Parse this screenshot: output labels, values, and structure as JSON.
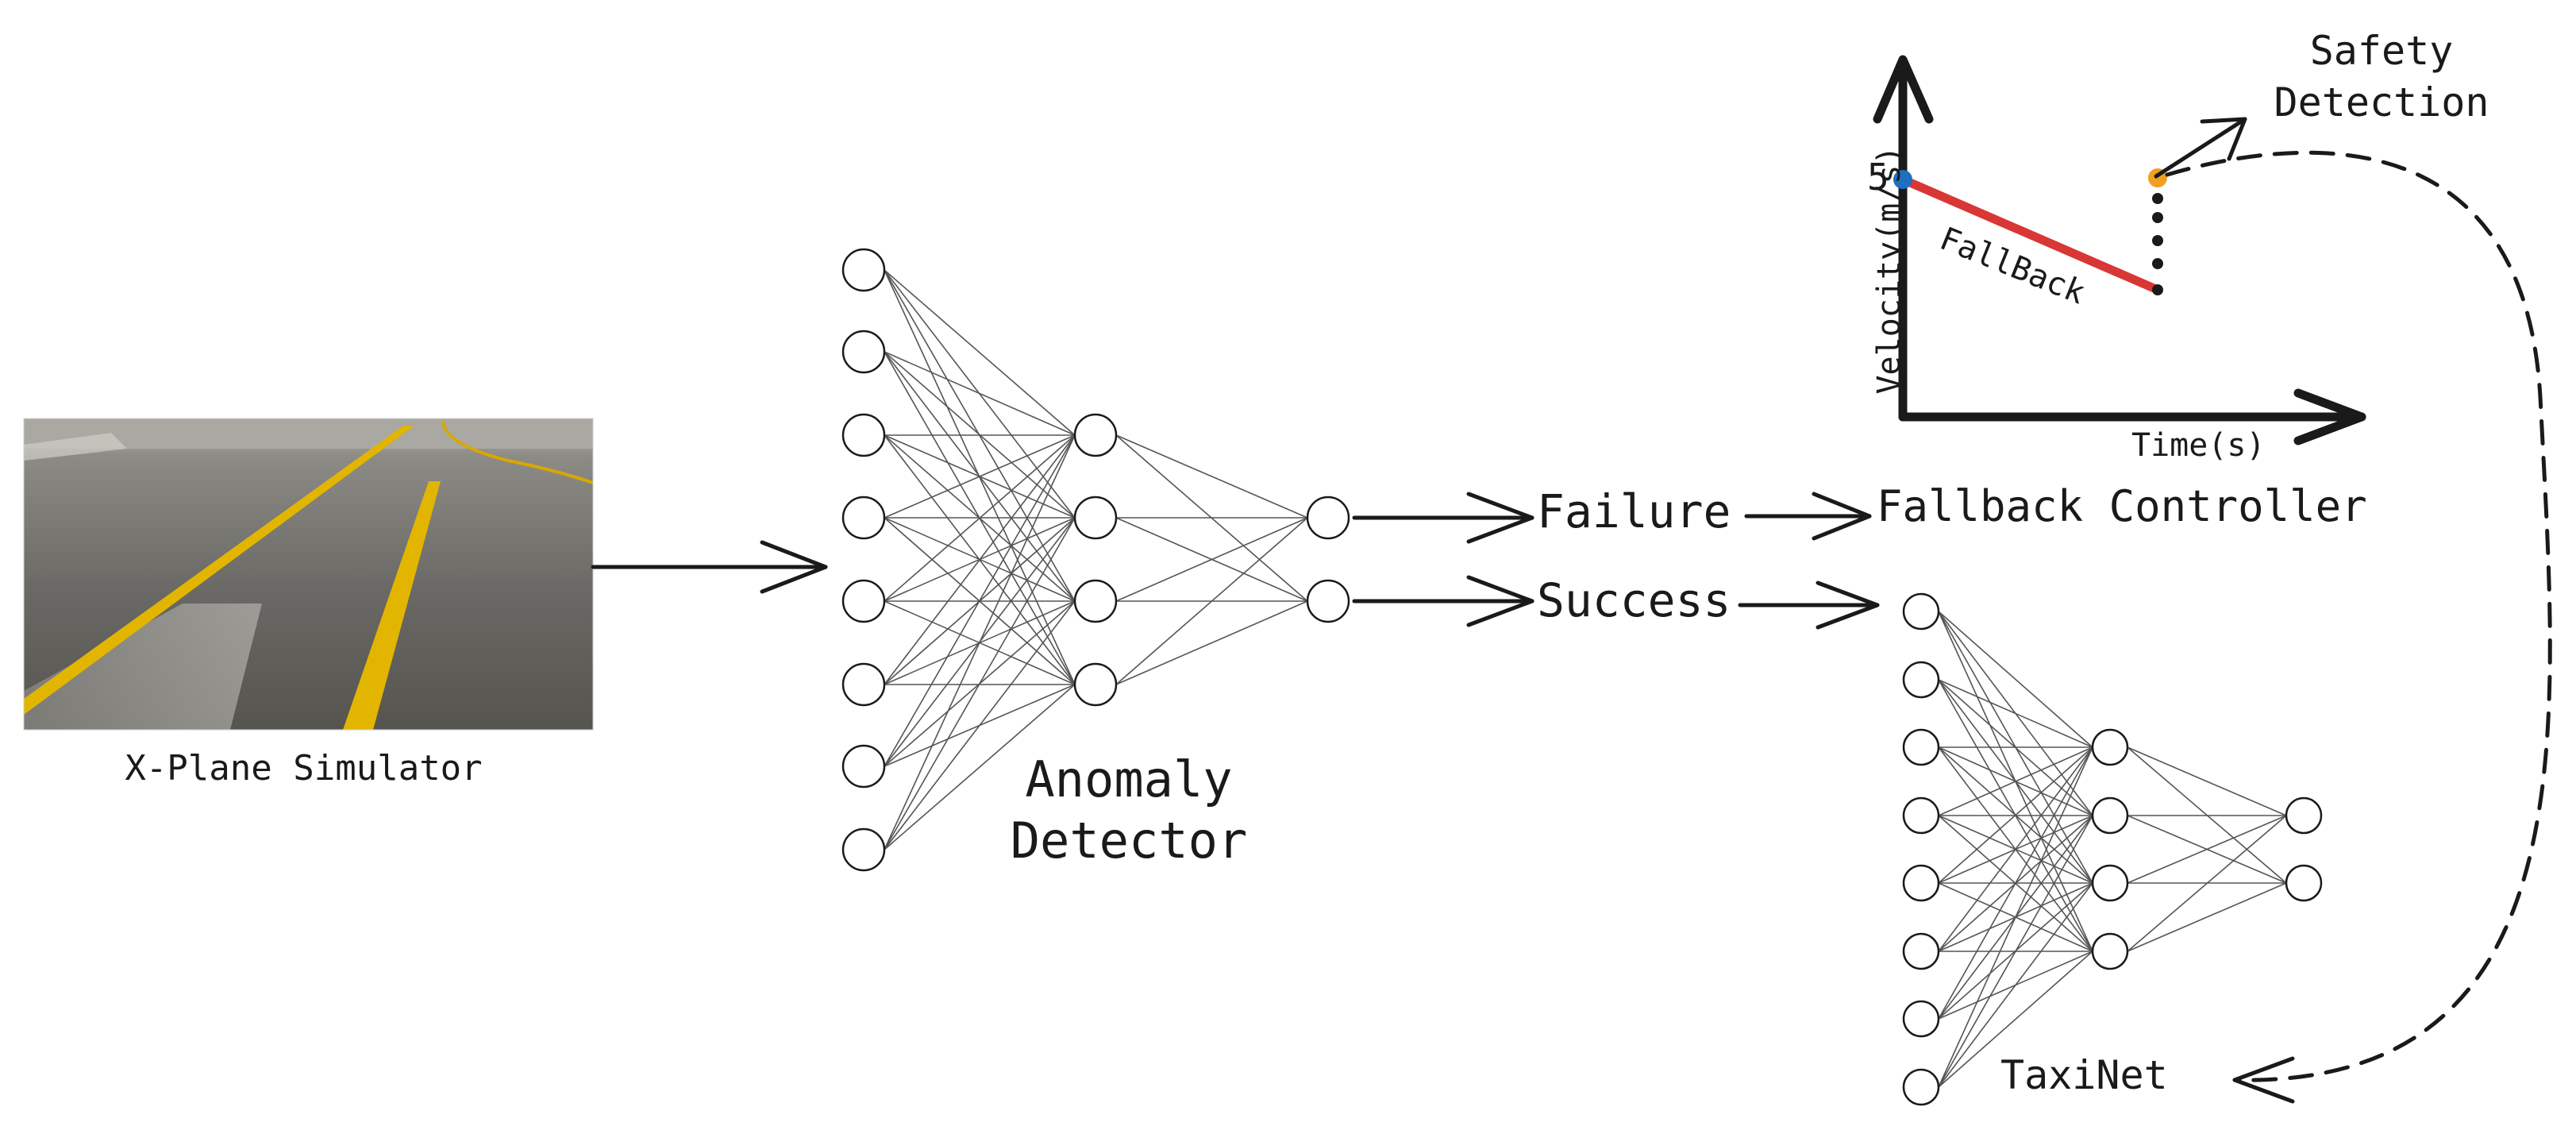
{
  "simulator": {
    "caption": "X-Plane Simulator"
  },
  "anomaly_detector": {
    "line1": "Anomaly",
    "line2": "Detector"
  },
  "outputs": {
    "failure": "Failure",
    "success": "Success"
  },
  "fallback_controller": {
    "label": "Fallback Controller"
  },
  "taxinet": {
    "label": "TaxiNet"
  },
  "velocity_plot": {
    "ylabel": "Velocity(m/s)",
    "xlabel": "Time(s)",
    "y_tick": "5",
    "segment_label": "FallBack",
    "annotation_line1": "Safety",
    "annotation_line2": "Detection"
  },
  "colors": {
    "line": "#1a1a1a",
    "fallback_segment": "#d93636",
    "start_point": "#1f6fc0",
    "detection_point": "#f0a020",
    "runway_asphalt": "#6d6c68",
    "runway_stripe": "#e0b400"
  },
  "networks": {
    "anomaly_detector_layers": [
      8,
      4,
      2
    ],
    "taxinet_layers": [
      8,
      4,
      2
    ]
  }
}
